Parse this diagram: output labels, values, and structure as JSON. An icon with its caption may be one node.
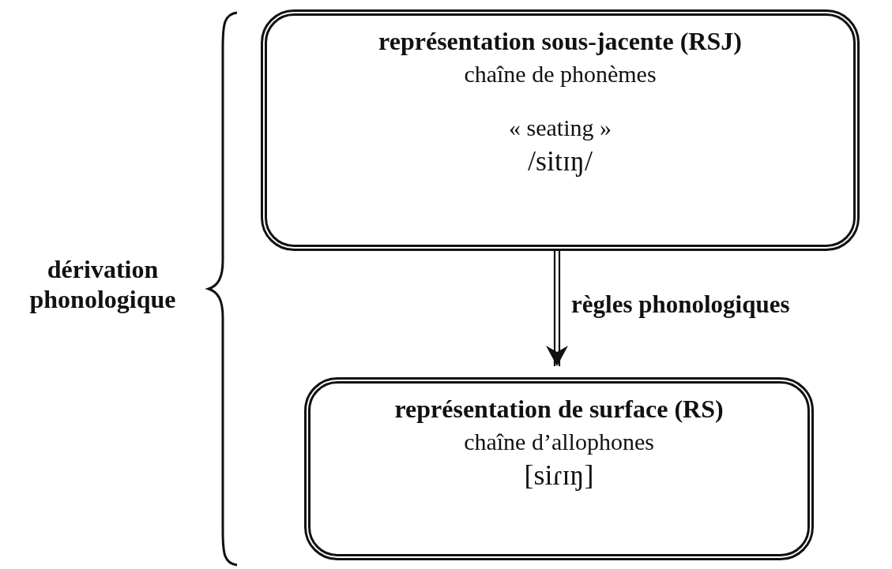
{
  "diagram": {
    "nodes": [
      {
        "text": [
          "représentation sous-jacente (RSJ)",
          "chaîne de phonèmes",
          "« seating »",
          "/sitɪŋ/"
        ]
      },
      {
        "text": [
          "représentation de surface (RS)",
          "chaîne d’allophones",
          "[siɾɪŋ]"
        ]
      }
    ],
    "edges": [
      {
        "from": 0,
        "to": 1,
        "arrow": "to",
        "label": "règles phonologiques"
      }
    ],
    "labels": [
      "dérivation phonologique"
    ]
  }
}
